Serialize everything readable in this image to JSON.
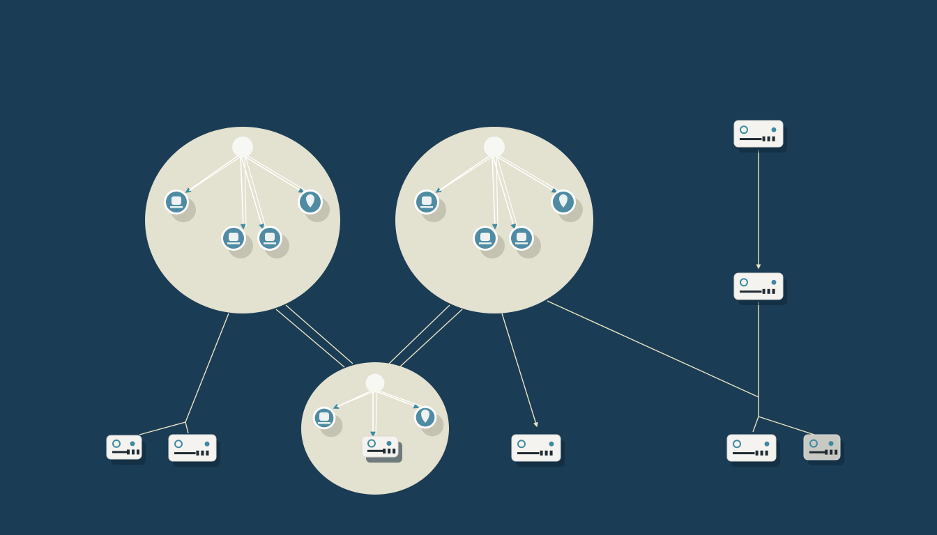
{
  "colors": {
    "background": "#1b3c55",
    "cluster_fill": "#e3e1cf",
    "hub": "#f7f7f4",
    "icon_fill": "#4f8ca3",
    "icon_ring": "#ffffff",
    "icon_glyph": "#eef2f2",
    "shadow": "#b9b7a5",
    "link": "#e9e4c4",
    "inner_link": "#ffffff",
    "device_body": "#f4f3ef",
    "device_accent": "#3f8aa0",
    "device_dark": "#1f2a33",
    "device_inactive": "#c9c9c4"
  },
  "icons": {
    "hub": "hub-node-icon",
    "square_node": "terminal-node-icon",
    "drop_node": "pin-node-icon",
    "device": "router-device-icon"
  },
  "clusters": [
    {
      "id": "left",
      "nodes": [
        "square",
        "square",
        "square",
        "drop"
      ]
    },
    {
      "id": "middle",
      "nodes": [
        "square",
        "square",
        "square",
        "drop"
      ]
    },
    {
      "id": "bottom",
      "nodes": [
        "square",
        "device",
        "drop"
      ]
    }
  ],
  "devices": [
    {
      "id": "bottom-left-small",
      "state": "active"
    },
    {
      "id": "bottom-left",
      "state": "active"
    },
    {
      "id": "bottom-center",
      "state": "active"
    },
    {
      "id": "top-right",
      "state": "active"
    },
    {
      "id": "middle-right",
      "state": "active"
    },
    {
      "id": "bottom-right",
      "state": "active"
    },
    {
      "id": "bottom-right-far",
      "state": "inactive"
    }
  ]
}
